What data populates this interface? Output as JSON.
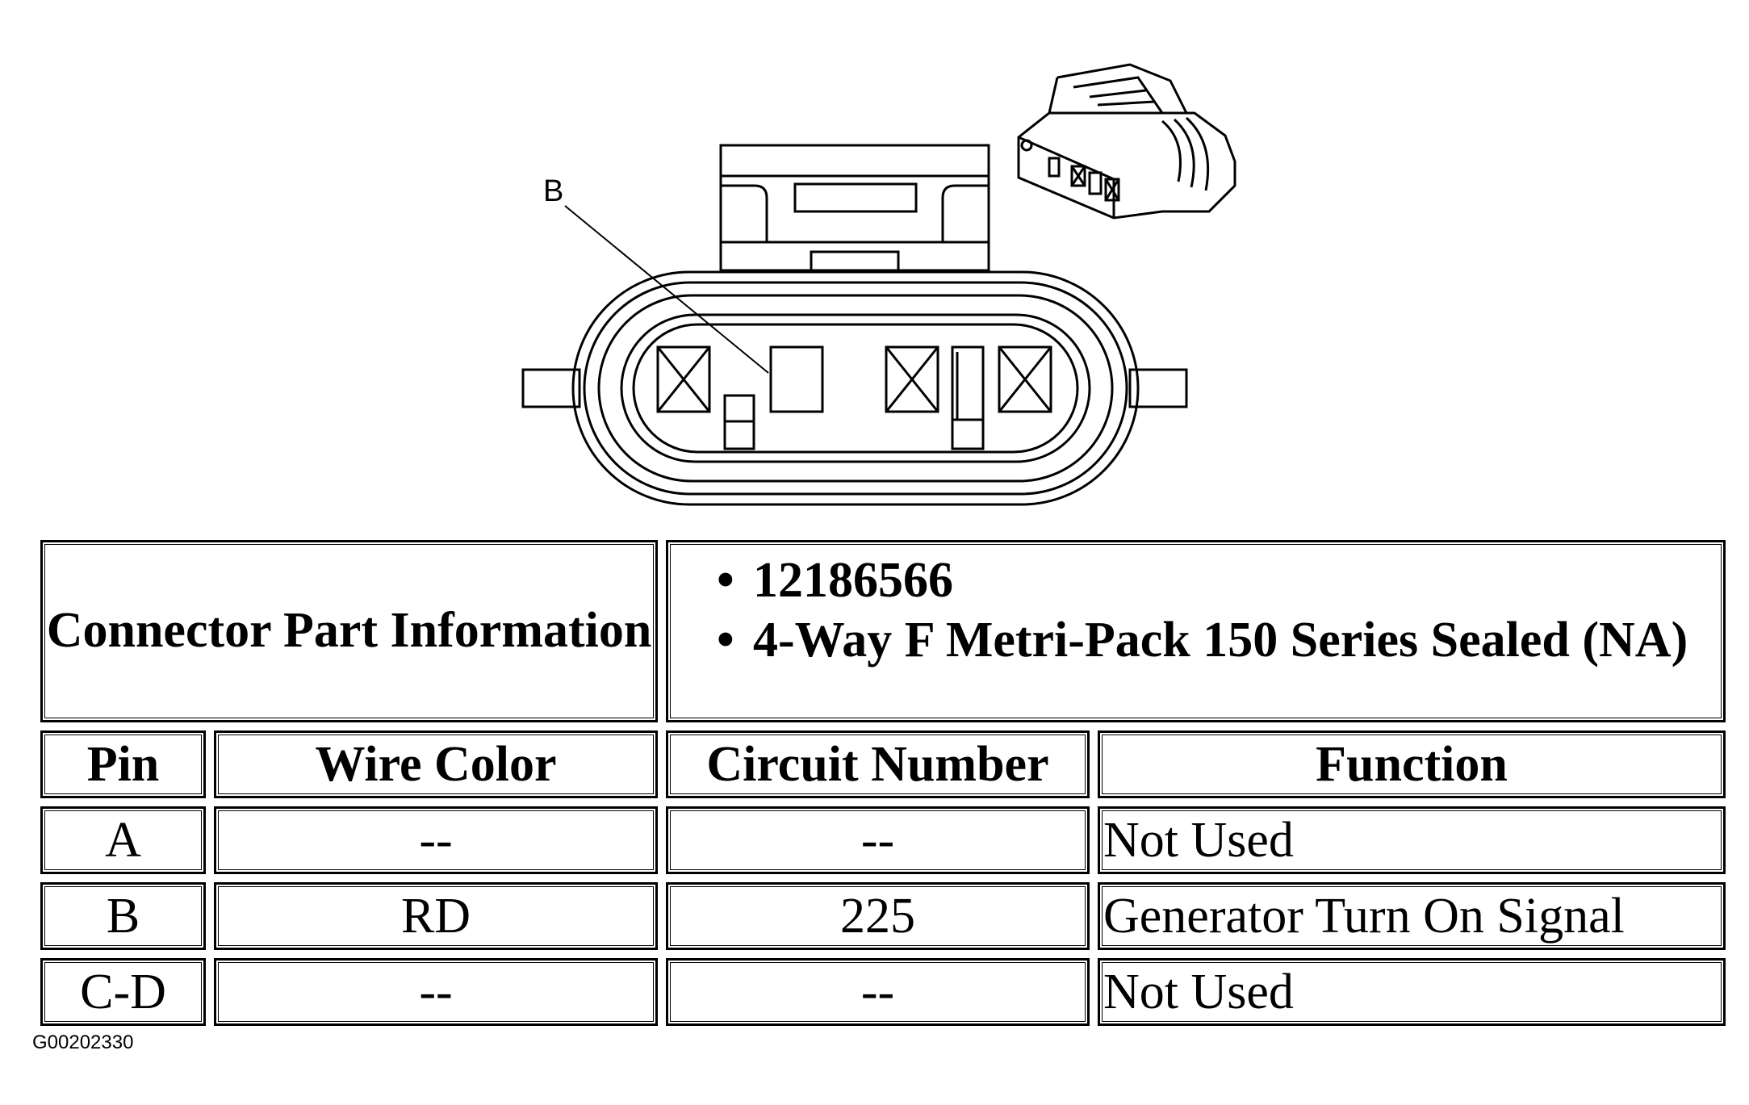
{
  "diagram": {
    "callout_label": "B",
    "figure_id": "G00202330"
  },
  "table": {
    "part_info_label": "Connector Part Information",
    "part_info_values": [
      "12186566",
      "4-Way F Metri-Pack 150 Series Sealed (NA)"
    ],
    "columns": [
      "Pin",
      "Wire Color",
      "Circuit Number",
      "Function"
    ],
    "rows": [
      {
        "pin": "A",
        "wire_color": "--",
        "circuit_number": "--",
        "function": "Not Used"
      },
      {
        "pin": "B",
        "wire_color": "RD",
        "circuit_number": "225",
        "function": "Generator Turn On Signal"
      },
      {
        "pin": "C-D",
        "wire_color": "--",
        "circuit_number": "--",
        "function": "Not Used"
      }
    ]
  }
}
